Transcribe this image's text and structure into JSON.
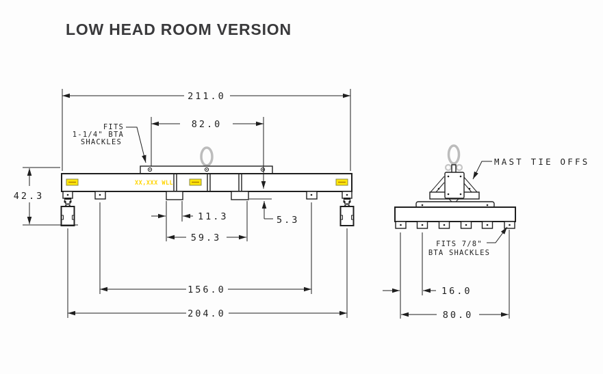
{
  "title": "LOW HEAD ROOM VERSION",
  "colors": {
    "line": "#1f1f1f",
    "title_text": "#3a3a3c",
    "sticker_yellow": "#ffe60a",
    "wll_text_yellow": "#ffd400",
    "ghosted_gray": "#bcbcbc"
  },
  "front_view": {
    "wll_label": "XX,XXX WLL",
    "shackle_note": {
      "line1": "FITS",
      "line2": "1-1/4\" BTA",
      "line3": "SHACKLES"
    },
    "dimensions": {
      "overall_length": "211.0",
      "top_plate_span": "82.0",
      "beam_height": "42.3",
      "foot_width": "11.3",
      "foot_span": "59.3",
      "foot_drop": "5.3",
      "inner_shackle_span": "156.0",
      "outer_shackle_span": "204.0"
    }
  },
  "end_view": {
    "mast_label": "MAST TIE OFFS",
    "shackle_note": {
      "line1": "FITS 7/8\"",
      "line2": "BTA SHACKLES"
    },
    "dimensions": {
      "tab_spacing": "16.0",
      "overall_width": "80.0"
    }
  }
}
